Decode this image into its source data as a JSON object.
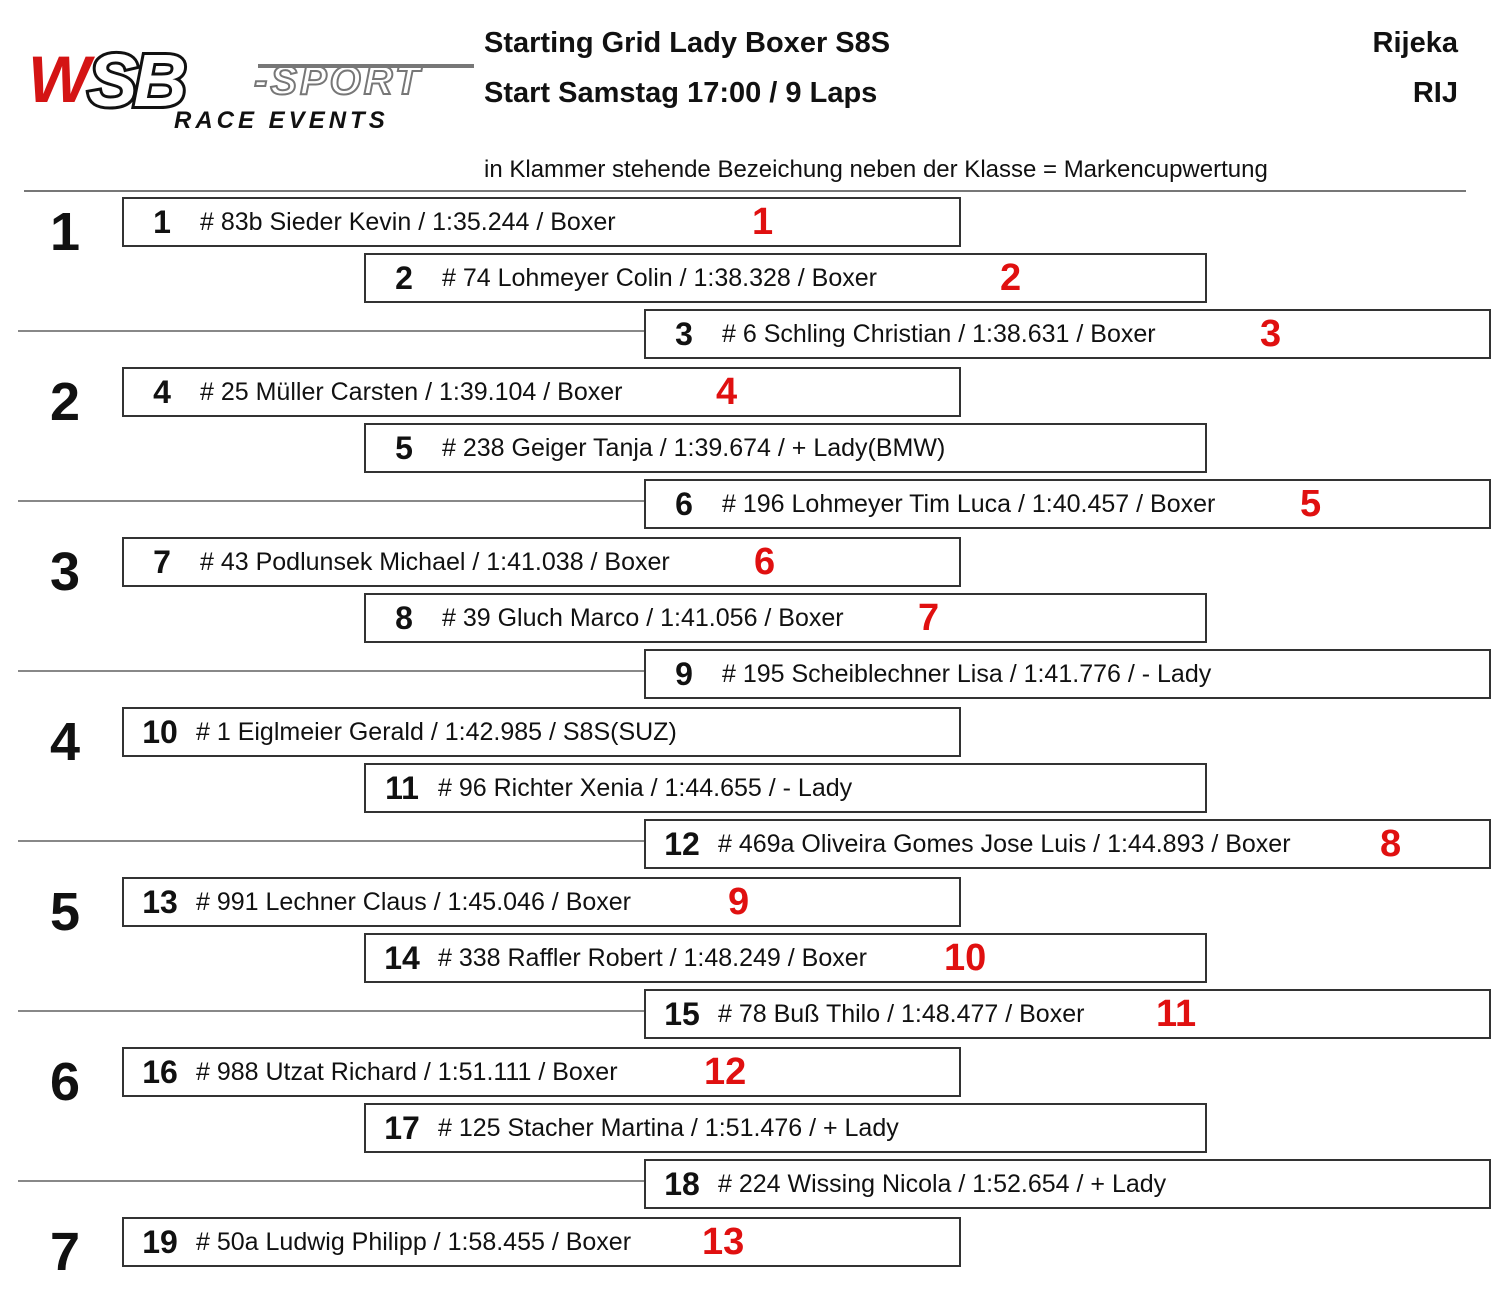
{
  "header": {
    "logo_text": "WSB-SPORT",
    "logo_subtext": "RACE EVENTS",
    "title": "Starting Grid Lady Boxer S8S",
    "start_info": "Start Samstag 17:00 / 9 Laps",
    "location": "Rijeka",
    "location_code": "RIJ",
    "note": "in Klammer stehende Bezeichung neben der Klasse = Markencupwertung"
  },
  "colors": {
    "rank": "#e01010",
    "text": "#111111"
  },
  "rows": [
    "1",
    "2",
    "3",
    "4",
    "5",
    "6",
    "7"
  ],
  "grid": [
    {
      "pos": "1",
      "entry": "# 83b Sieder Kevin / 1:35.244 / Boxer",
      "rank": "1"
    },
    {
      "pos": "2",
      "entry": "# 74 Lohmeyer Colin / 1:38.328 / Boxer",
      "rank": "2"
    },
    {
      "pos": "3",
      "entry": "# 6 Schling Christian / 1:38.631 / Boxer",
      "rank": "3"
    },
    {
      "pos": "4",
      "entry": "# 25 Müller Carsten / 1:39.104 / Boxer",
      "rank": "4"
    },
    {
      "pos": "5",
      "entry": "# 238 Geiger Tanja / 1:39.674 / + Lady(BMW)",
      "rank": ""
    },
    {
      "pos": "6",
      "entry": "# 196 Lohmeyer Tim Luca / 1:40.457 / Boxer",
      "rank": "5"
    },
    {
      "pos": "7",
      "entry": "# 43 Podlunsek Michael / 1:41.038 / Boxer",
      "rank": "6"
    },
    {
      "pos": "8",
      "entry": "# 39 Gluch Marco / 1:41.056 / Boxer",
      "rank": "7"
    },
    {
      "pos": "9",
      "entry": "# 195 Scheiblechner Lisa / 1:41.776 / - Lady",
      "rank": ""
    },
    {
      "pos": "10",
      "entry": "# 1 Eiglmeier Gerald / 1:42.985 / S8S(SUZ)",
      "rank": ""
    },
    {
      "pos": "11",
      "entry": "# 96 Richter Xenia / 1:44.655 / - Lady",
      "rank": ""
    },
    {
      "pos": "12",
      "entry": "# 469a Oliveira Gomes Jose Luis / 1:44.893 / Boxer",
      "rank": "8"
    },
    {
      "pos": "13",
      "entry": "# 991 Lechner Claus / 1:45.046 / Boxer",
      "rank": "9"
    },
    {
      "pos": "14",
      "entry": "# 338 Raffler Robert / 1:48.249 / Boxer",
      "rank": "10"
    },
    {
      "pos": "15",
      "entry": "# 78 Buß Thilo / 1:48.477 / Boxer",
      "rank": "11"
    },
    {
      "pos": "16",
      "entry": "# 988 Utzat Richard / 1:51.111 / Boxer",
      "rank": "12"
    },
    {
      "pos": "17",
      "entry": "# 125 Stacher Martina / 1:51.476 / + Lady",
      "rank": ""
    },
    {
      "pos": "18",
      "entry": "# 224 Wissing Nicola / 1:52.654 / + Lady",
      "rank": ""
    },
    {
      "pos": "19",
      "entry": "# 50a Ludwig Philipp / 1:58.455 / Boxer",
      "rank": "13"
    }
  ]
}
